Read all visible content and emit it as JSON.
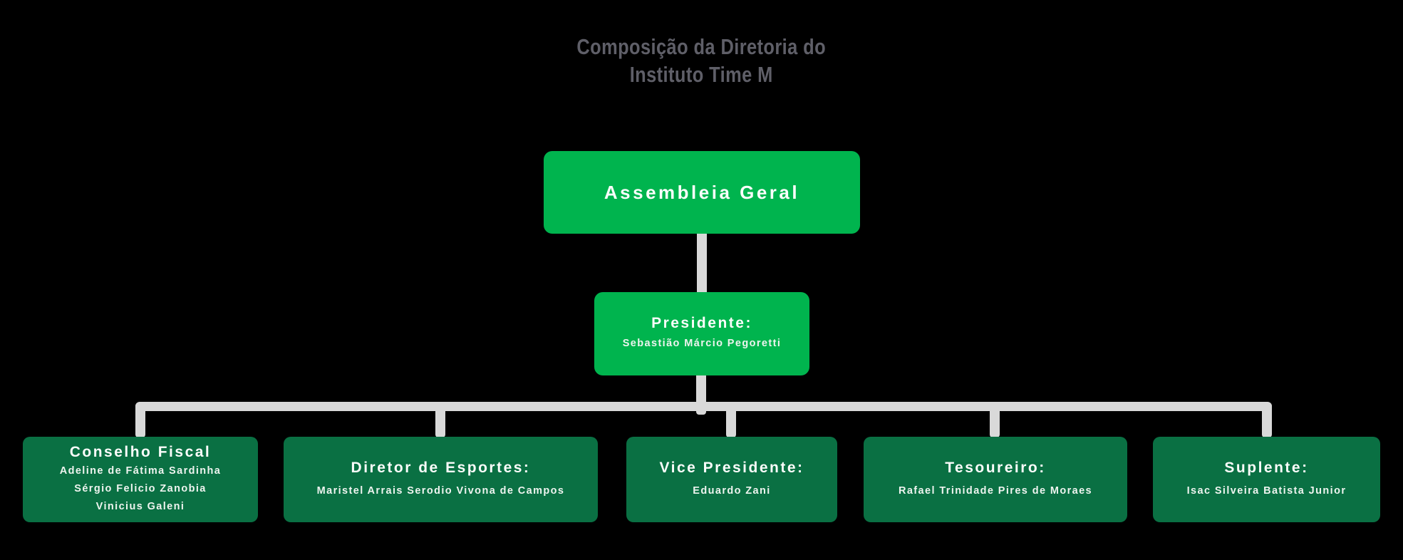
{
  "title": {
    "line1": "Composição da Diretoria do",
    "line2": "Instituto Time M"
  },
  "colors": {
    "background": "#000000",
    "parent_node_green": "#00b44e",
    "child_node_green": "#0a7043",
    "connector_gray": "#d9d9d9",
    "title_gray": "#5f5f68",
    "text_white": "#fbfdfb"
  },
  "org_chart": {
    "root": {
      "label": "Assembleia Geral"
    },
    "presidente": {
      "role": "Presidente:",
      "name": "Sebastião Márcio Pegoretti"
    },
    "children": [
      {
        "role": "Conselho Fiscal",
        "names": [
          "Adeline de Fátima Sardinha",
          "Sérgio Felicio Zanobia",
          "Vinicius Galeni"
        ]
      },
      {
        "role": "Diretor de Esportes:",
        "names": [
          "Maristel Arrais Serodio Vivona de Campos"
        ]
      },
      {
        "role": "Vice Presidente:",
        "names": [
          "Eduardo Zani"
        ]
      },
      {
        "role": "Tesoureiro:",
        "names": [
          "Rafael Trinidade Pires de Moraes"
        ]
      },
      {
        "role": "Suplente:",
        "names": [
          "Isac Silveira Batista Junior"
        ]
      }
    ]
  }
}
